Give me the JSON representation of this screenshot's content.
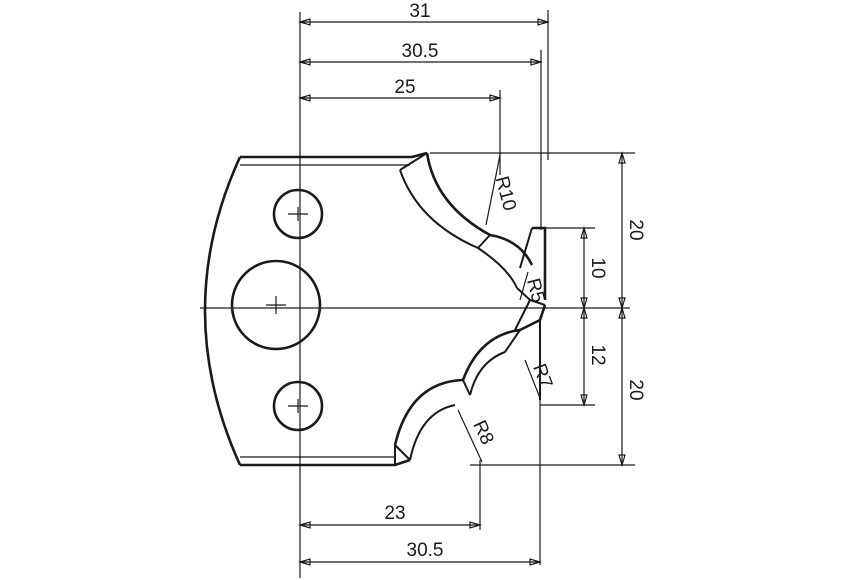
{
  "drawing": {
    "dims_top": [
      "31",
      "30.5",
      "25"
    ],
    "dims_bottom": [
      "23",
      "30.5"
    ],
    "dims_right": [
      "20",
      "10",
      "12",
      "20"
    ],
    "radii": [
      "R10",
      "R5",
      "R7",
      "R8"
    ]
  }
}
